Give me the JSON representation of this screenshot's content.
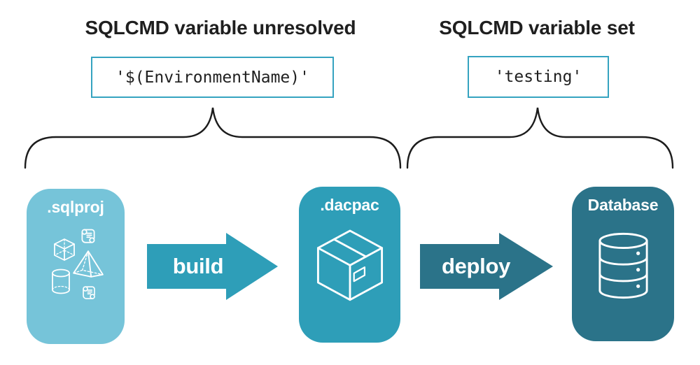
{
  "annotations": {
    "left": {
      "heading": "SQLCMD variable unresolved",
      "value": "'$(EnvironmentName)'"
    },
    "right": {
      "heading": "SQLCMD variable set",
      "value": "'testing'"
    }
  },
  "pipeline": {
    "nodes": [
      {
        "label": ".sqlproj",
        "icon": "sql-project-objects-icon"
      },
      {
        "label": ".dacpac",
        "icon": "package-icon"
      },
      {
        "label": "Database",
        "icon": "database-icon"
      }
    ],
    "arrows": [
      {
        "label": "build"
      },
      {
        "label": "deploy"
      }
    ]
  },
  "colors": {
    "background": "#ffffff",
    "text": "#1f1f1f",
    "value_box_border": "#35a3c0",
    "brace_stroke": "#1c1c1c",
    "sqlproj_card": "#76c4d9",
    "dacpac_card": "#2e9eb8",
    "database_card": "#2b7389",
    "build_arrow": "#2e9eb8",
    "deploy_arrow": "#2b7389",
    "icon_stroke": "#ffffff"
  }
}
